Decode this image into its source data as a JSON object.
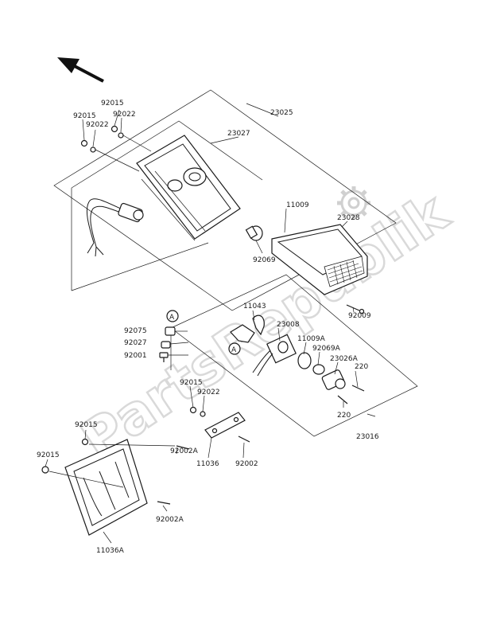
{
  "watermark": "PartsRepublik",
  "callout_letter": "A",
  "labels": {
    "p92015_a": "92015",
    "p92015_b": "92015",
    "p92022_a": "92022",
    "p92022_b": "92022",
    "p23025": "23025",
    "p23027": "23027",
    "p11009": "11009",
    "p23028": "23028",
    "p92069": "92069",
    "p92009": "92009",
    "p11043": "11043",
    "p23008": "23008",
    "p11009A": "11009A",
    "p92069A": "92069A",
    "p23026A": "23026A",
    "p220_a": "220",
    "p220_b": "220",
    "p92075": "92075",
    "p92027": "92027",
    "p92001": "92001",
    "p92015_c": "92015",
    "p92022_c": "92022",
    "p23016": "23016",
    "p92015_d": "92015",
    "p92015_e": "92015",
    "p92002A_a": "92002A",
    "p11036": "11036",
    "p92002": "92002",
    "p92002A_b": "92002A",
    "p11036A": "11036A"
  }
}
